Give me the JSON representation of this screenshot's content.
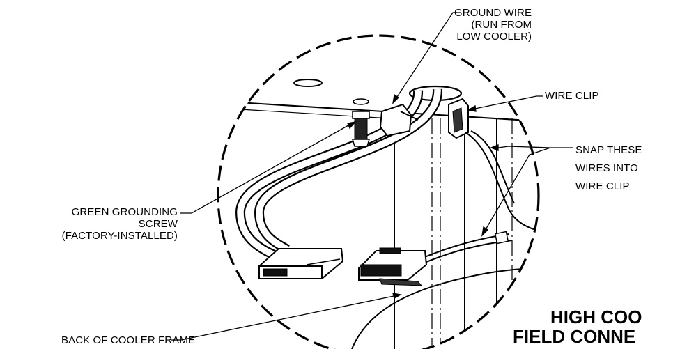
{
  "callouts": {
    "ground_wire": [
      "GROUND WIRE",
      "(RUN FROM",
      "LOW COOLER)"
    ],
    "wire_clip": "WIRE CLIP",
    "snap_wires": [
      "SNAP THESE",
      "WIRES INTO",
      "WIRE CLIP"
    ],
    "green_screw": [
      "GREEN GROUNDING",
      "SCREW",
      "(FACTORY-INSTALLED)"
    ],
    "cooler_frame": "BACK OF COOLER FRAME"
  },
  "title_block": {
    "line1": "HIGH COO",
    "line2": "FIELD CONNE"
  }
}
